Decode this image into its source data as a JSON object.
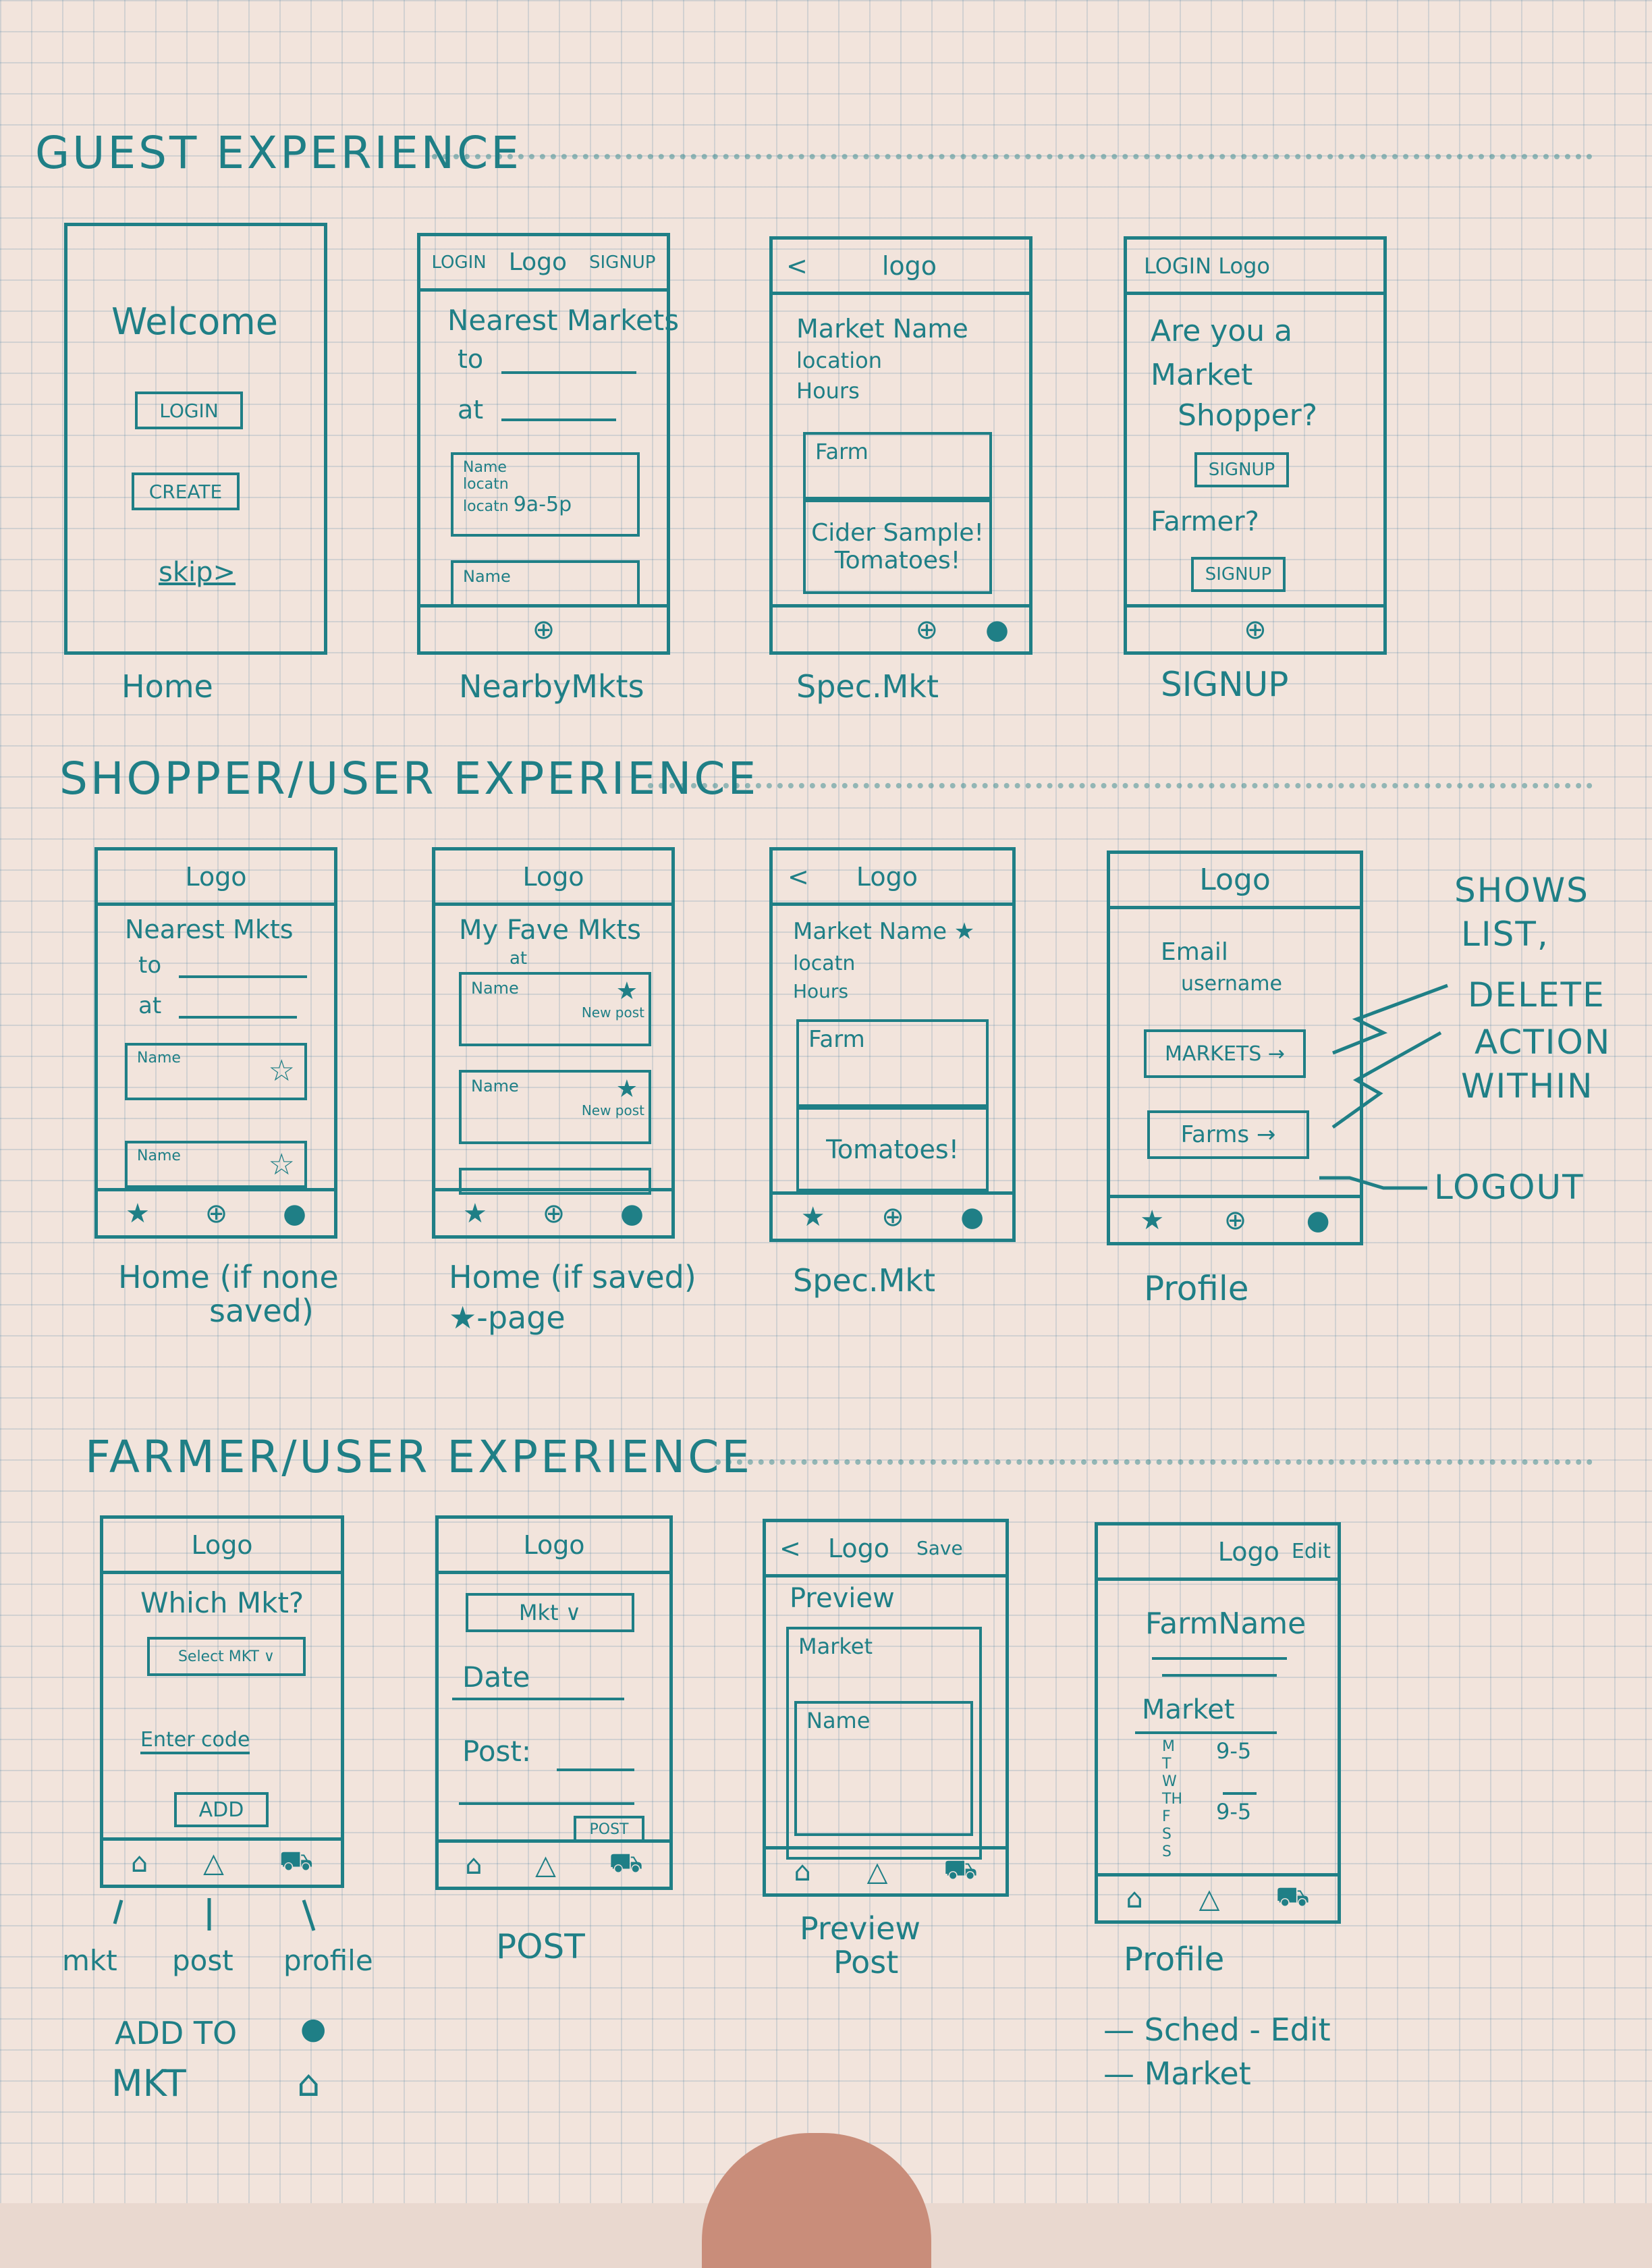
{
  "sections": {
    "guest": "GUEST EXPERIENCE",
    "shopper": "SHOPPER/USER EXPERIENCE",
    "farmer": "FARMER/USER EXPERIENCE"
  },
  "guest": {
    "home": {
      "welcome": "Welcome",
      "login": "LOGIN",
      "create": "CREATE",
      "skip": "skip>",
      "caption": "Home"
    },
    "nearby": {
      "login": "LOGIN",
      "logo": "Logo",
      "signup": "SIGNUP",
      "heading": "Nearest Markets",
      "to": "to",
      "at": "at",
      "card_name": "Name",
      "card_loc1": "locatn",
      "card_loc2": "locatn",
      "card_hours": "9a-5p",
      "card2_name": "Name",
      "caption": "NearbyMkts"
    },
    "spec": {
      "back": "<",
      "logo": "logo",
      "market_name": "Market Name",
      "location": "location",
      "hours": "Hours",
      "farm": "Farm",
      "cider": "Cider Sample!",
      "tomatoes": "Tomatoes!",
      "caption": "Spec.Mkt"
    },
    "signup": {
      "loginlogo": "LOGIN Logo",
      "q1a": "Are you a",
      "q1b": "Market",
      "q1c": "Shopper?",
      "signup_btn": "SIGNUP",
      "q2": "Farmer?",
      "signup2_btn": "SIGNUP",
      "caption": "SIGNUP"
    }
  },
  "shopper": {
    "home": {
      "logo": "Logo",
      "heading": "Nearest Mkts",
      "to": "to",
      "at": "at",
      "card_name": "Name",
      "card2_name": "Name",
      "caption_1": "Home (if none",
      "caption_2": "saved)"
    },
    "fav": {
      "logo": "Logo",
      "heading": "My Fave Mkts",
      "at": "at",
      "card_name": "Name",
      "card_post": "New post",
      "card2_name": "Name",
      "card2_post": "New post",
      "caption_1": "Home (if saved)",
      "caption_2": "★-page"
    },
    "spec": {
      "back": "<",
      "logo": "Logo",
      "market_name": "Market Name ★",
      "location": "locatn",
      "hours": "Hours",
      "farm": "Farm",
      "tomatoes": "Tomatoes!",
      "caption": "Spec.Mkt"
    },
    "profile": {
      "logo": "Logo",
      "email": "Email",
      "username": "username",
      "markets_btn": "MARKETS →",
      "farms_btn": "Farms →",
      "caption": "Profile"
    },
    "notes": {
      "note1": "SHOWS",
      "note2": "LIST,",
      "note3": "DELETE",
      "note4": "ACTION",
      "note5": "WITHIN",
      "logout": "LOGOUT"
    }
  },
  "farmer": {
    "home": {
      "logo": "Logo",
      "question": "Which Mkt?",
      "select": "Select MKT ∨",
      "enter_code": "Enter code",
      "add": "ADD",
      "tab1": "mkt",
      "tab2": "post",
      "tab3": "profile",
      "add_to_1": "ADD TO",
      "add_to_2": "MKT"
    },
    "post": {
      "logo": "Logo",
      "mkt_select": "Mkt ∨",
      "date": "Date",
      "post_label": "Post:",
      "post_btn": "POST",
      "caption": "POST"
    },
    "preview": {
      "back": "<",
      "logo": "Logo",
      "save": "Save",
      "title": "Preview",
      "market": "Market",
      "name": "Name",
      "caption_1": "Preview",
      "caption_2": "Post"
    },
    "profile": {
      "logo": "Logo",
      "edit": "Edit",
      "farm_name": "FarmName",
      "market": "Market",
      "days": [
        "M",
        "T",
        "W",
        "TH",
        "F",
        "S",
        "S"
      ],
      "hours1": "9-5",
      "hours2": "9-5",
      "caption": "Profile",
      "bullet1": "— Sched - Edit",
      "bullet2": "— Market"
    }
  }
}
